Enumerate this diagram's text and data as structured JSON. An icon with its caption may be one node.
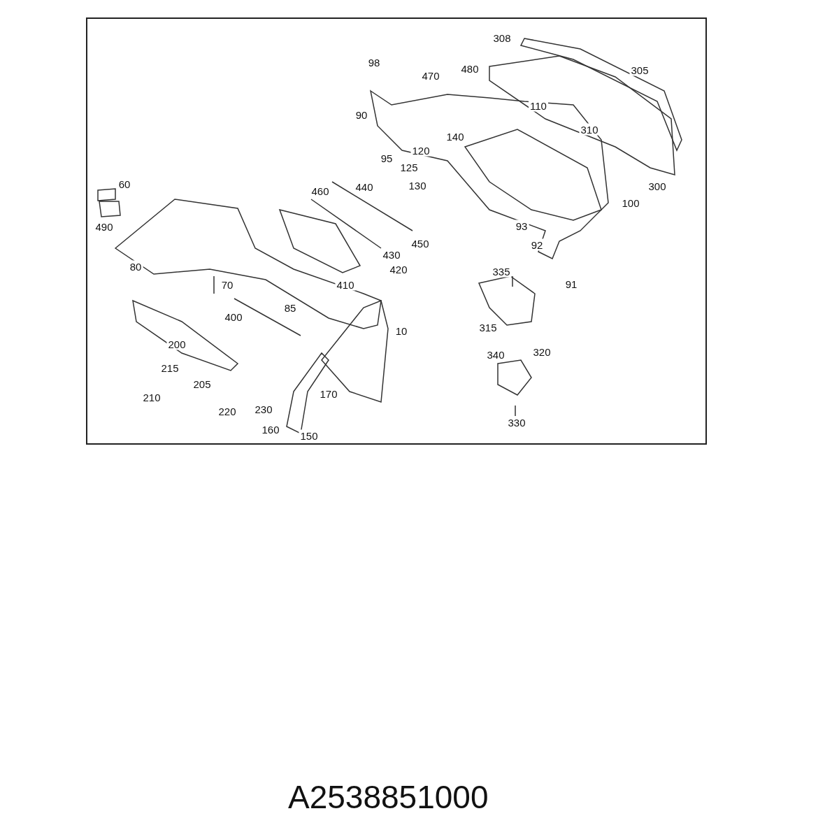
{
  "diagram": {
    "labels": [
      "308",
      "98",
      "480",
      "305",
      "470",
      "110",
      "90",
      "310",
      "140",
      "120",
      "95",
      "125",
      "130",
      "60",
      "440",
      "300",
      "460",
      "100",
      "490",
      "93",
      "450",
      "92",
      "430",
      "80",
      "420",
      "335",
      "410",
      "70",
      "91",
      "85",
      "400",
      "315",
      "10",
      "200",
      "320",
      "340",
      "215",
      "205",
      "170",
      "210",
      "230",
      "220",
      "330",
      "160",
      "150",
      "A2538851000"
    ]
  }
}
